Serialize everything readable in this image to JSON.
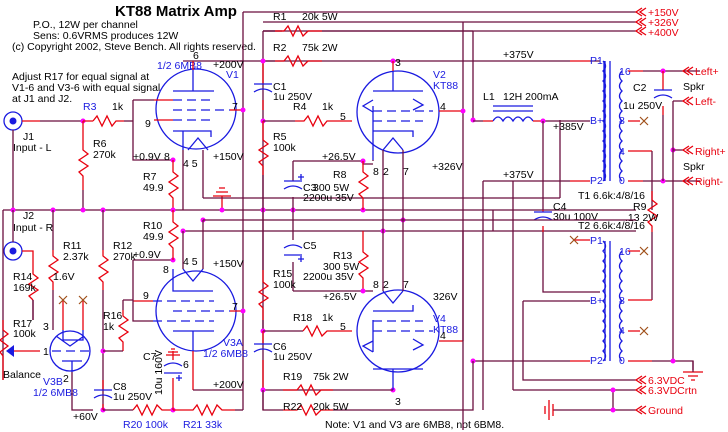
{
  "header": {
    "title": "KT88 Matrix Amp",
    "line1": "P.O., 12W per channel",
    "line2": "Sens: 0.6VRMS produces 12W",
    "line3": "(c) Copyright 2002, Steve Bench. All rights reserved."
  },
  "notes": {
    "adjust1": "Adjust R17 for equal signal at",
    "adjust2": "V1-6 and V3-6 with equal signal",
    "adjust3": "at J1 and J2.",
    "bottom": "Note: V1 and V3 are 6MB8, not 6BM8."
  },
  "connectors": {
    "p150": "+150V",
    "p326": "+326V",
    "p400": "+400V",
    "left_plus": "Left+",
    "left_minus": "Left-",
    "right_plus": "Right+",
    "right_minus": "Right-",
    "h63": "6.3VDC",
    "h63rtn": "6.3VDCrtn",
    "ground": "Ground",
    "spkr": "Spkr"
  },
  "jacks": {
    "j1": "J1",
    "j1_label": "Input - L",
    "j2": "J2",
    "j2_label": "Input - R"
  },
  "tubes": {
    "v1": "V1",
    "v1_type": "1/2 6MB8",
    "v2": "V2",
    "v2_type": "KT88",
    "v3a": "V3A",
    "v3a_type": "1/2 6MB8",
    "v3b": "V3B",
    "v3b_type": "1/2 6MB8",
    "v4": "V4",
    "v4_type": "KT88"
  },
  "resistors": {
    "r1": "R1",
    "r1_val": "20k 5W",
    "r2": "R2",
    "r2_val": "75k 2W",
    "r3": "R3",
    "r3_val": "1k",
    "r4": "R4",
    "r4_val": "1k",
    "r5": "R5",
    "r5_val": "100k",
    "r6": "R6",
    "r6_val": "270k",
    "r7": "R7",
    "r7_val": "49.9",
    "r8": "R8",
    "r8_val": "300 5W",
    "r9": "R9",
    "r9_val": ".13 2W",
    "r10": "R10",
    "r10_val": "49.9",
    "r11": "R11",
    "r11_val": "2.37k",
    "r12": "R12",
    "r12_val": "270k",
    "r13": "R13",
    "r13_val": "300 5W",
    "r14": "R14",
    "r14_val": "169k",
    "r15": "R15",
    "r15_val": "100k",
    "r16": "R16",
    "r16_val": "1k",
    "r17": "R17",
    "r17_val": "100k",
    "r17_note": "Balance",
    "r18": "R18",
    "r18_val": "1k",
    "r19": "R19",
    "r19_val": "75k 2W",
    "r20": "R20 100k",
    "r21": "R21 33k",
    "r22": "R22",
    "r22_val": "20k 5W"
  },
  "capacitors": {
    "c1": "C1",
    "c1_val": "1u 250V",
    "c2": "C2",
    "c2_val": "1u 250V",
    "c3": "C3",
    "c3_val": "2200u 35V",
    "c4": "C4",
    "c4_val": "30u 100V",
    "c5": "C5",
    "c5_val": "2200u 35V",
    "c6": "C6",
    "c6_val": "1u 250V",
    "c7": "C7",
    "c7_val": "10u 160V",
    "c8": "C8",
    "c8_val": "1u 250V"
  },
  "magnetics": {
    "l1": "L1",
    "l1_val": "12H 200mA",
    "t1": "T1",
    "t1_val": "6.6k:4/8/16",
    "t2": "T2",
    "t2_val": "6.6k:4/8/16"
  },
  "voltages": {
    "v200a": "+200V",
    "v200b": "+200V",
    "v150a": "+150V",
    "v150b": "+150V",
    "v09a": "+0.9V",
    "v09b": "+0.9V",
    "v265a": "+26.5V",
    "v265b": "+26.5V",
    "v375a": "+375V",
    "v375b": "+375V",
    "v385": "+385V",
    "v326a": "+326V",
    "v326b": "326V",
    "v16": "1.6V",
    "v60": "+60V"
  },
  "pins": {
    "p6": "6",
    "p7": "7",
    "p9": "9",
    "p8": "8",
    "p4": "4",
    "p5": "5",
    "p3": "3",
    "p2": "2",
    "p1": "1",
    "t_p1": "P1",
    "t_bp": "B+",
    "t_p2": "P2",
    "t_16": "16",
    "t_8": "8",
    "t_4": "4",
    "t_0": "0"
  }
}
